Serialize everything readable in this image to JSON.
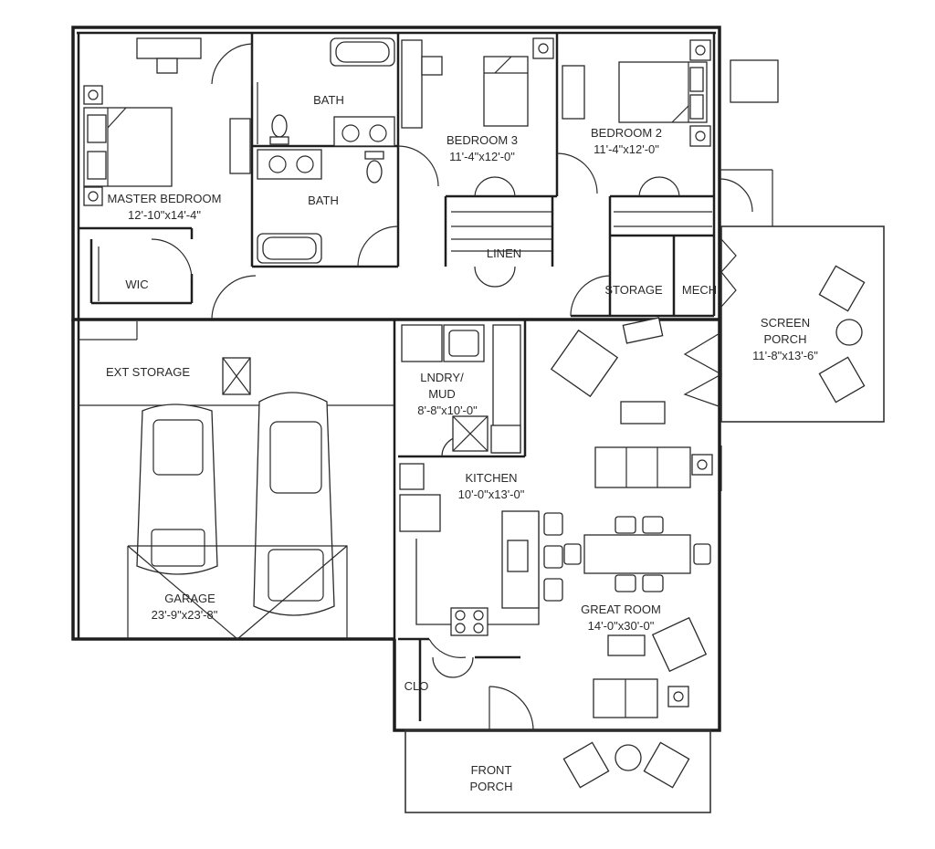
{
  "rooms": {
    "master_bedroom": {
      "name": "MASTER BEDROOM",
      "size": "12'-10\"x14'-4\""
    },
    "bath_upper": {
      "name": "BATH"
    },
    "bath_lower": {
      "name": "BATH"
    },
    "bedroom3": {
      "name": "BEDROOM 3",
      "size": "11'-4\"x12'-0\""
    },
    "bedroom2": {
      "name": "BEDROOM 2",
      "size": "11'-4\"x12'-0\""
    },
    "linen": {
      "name": "LINEN"
    },
    "wic": {
      "name": "WIC"
    },
    "storage": {
      "name": "STORAGE"
    },
    "mech": {
      "name": "MECH"
    },
    "screen_porch": {
      "name_line1": "SCREEN",
      "name_line2": "PORCH",
      "size": "11'-8\"x13'-6\""
    },
    "ext_storage": {
      "name": "EXT STORAGE"
    },
    "laundry": {
      "name_line1": "LNDRY/",
      "name_line2": "MUD",
      "size": "8'-8\"x10'-0\""
    },
    "kitchen": {
      "name": "KITCHEN",
      "size": "10'-0\"x13'-0\""
    },
    "garage": {
      "name": "GARAGE",
      "size": "23'-9\"x23'-8\""
    },
    "great_room": {
      "name": "GREAT ROOM",
      "size": "14'-0\"x30'-0\""
    },
    "clo": {
      "name": "CLO"
    },
    "front_porch": {
      "name_line1": "FRONT",
      "name_line2": "PORCH"
    }
  },
  "colors": {
    "line": "#1e1e1e",
    "background": "#ffffff"
  }
}
